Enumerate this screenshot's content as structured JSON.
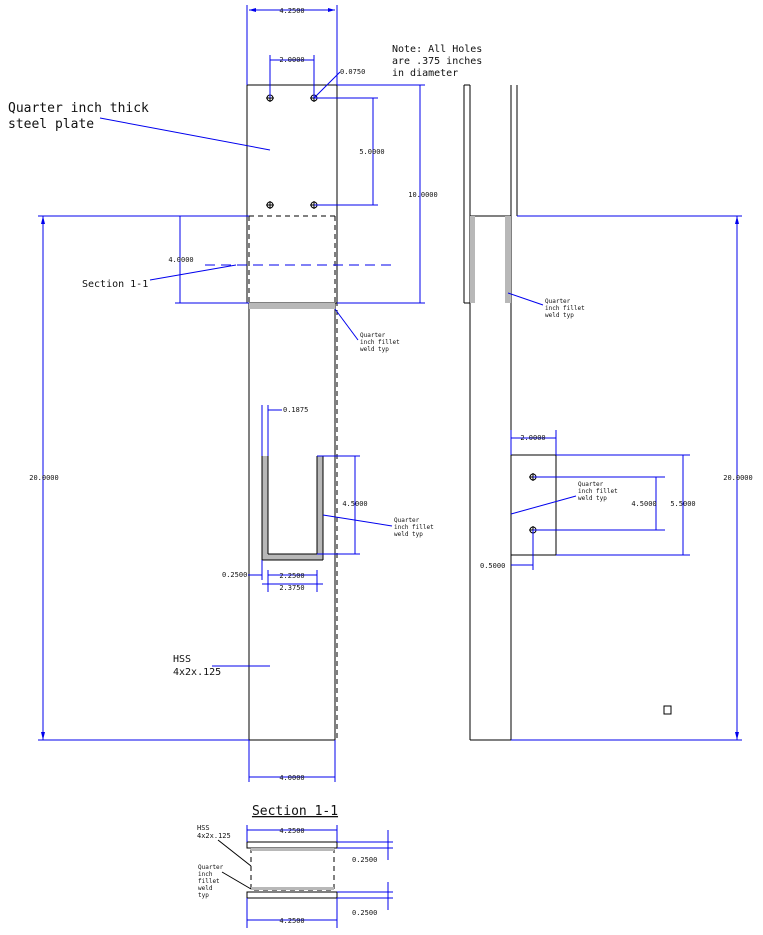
{
  "notes": {
    "holes_line1": "Note: All Holes",
    "holes_line2": "are .375 inches",
    "holes_line3": "in diameter",
    "plate_line1": "Quarter inch thick",
    "plate_line2": "steel plate",
    "section_ref": "Section 1-1",
    "hss_line1": "HSS",
    "hss_line2": "4x2x.125",
    "weld_line1": "Quarter",
    "weld_line2": "inch fillet",
    "weld_line3": "weld typ"
  },
  "dims": {
    "plate_width": "4.2500",
    "hole_spacing_x": "2.0000",
    "hole_edge": "0.0750",
    "hole_spacing_y": "5.0000",
    "plate_height": "10.0000",
    "overlap": "4.0000",
    "overall_height_left": "20.0000",
    "overall_height_right": "20.0000",
    "tube_width": "4.0000",
    "slot_wall": "0.1875",
    "slot_height": "4.5000",
    "slot_offset": "0.2500",
    "slot_inner_width": "2.2500",
    "slot_outer_width": "2.3750",
    "side_hole_x": "2.0000",
    "side_hole_spacing": "4.5000",
    "side_plate_height": "5.5000",
    "side_edge": "0.5000"
  },
  "section": {
    "title": "Section 1-1",
    "hss_line1": "HSS",
    "hss_line2": "4x2x.125",
    "weld_line1": "Quarter",
    "weld_line2": "inch",
    "weld_line3": "fillet",
    "weld_line4": "weld",
    "weld_line5": "typ",
    "top_width": "4.2500",
    "bottom_width": "4.2500",
    "right_top": "0.2500",
    "right_bottom": "0.2500"
  },
  "ucs_marker": "□"
}
